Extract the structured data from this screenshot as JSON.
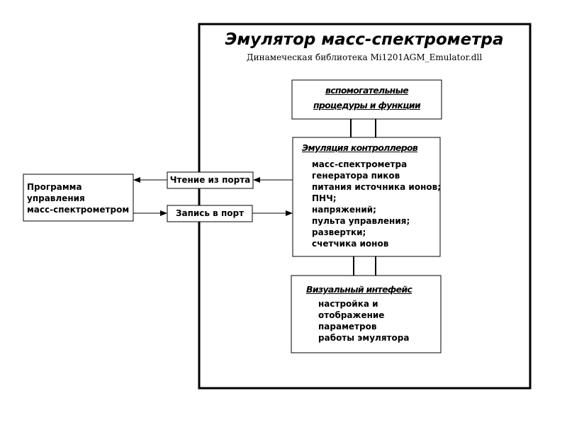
{
  "title": "Эмулятор масс-спектрометра",
  "subtitle": "Динамеческая библиотека Mi1201AGM_Emulator.dll",
  "helper_box": {
    "line1": "вспомогательные",
    "line2": "процедуры и функции"
  },
  "emulation_box": {
    "heading": "Эмуляция контроллеров",
    "items": [
      "масс-спектрометра",
      "генератора пиков",
      "питания источника ионов;",
      "ПНЧ;",
      "напряжений;",
      "пульта управления;",
      "развертки;",
      "счетчика ионов"
    ]
  },
  "visual_box": {
    "heading": "Визуальный интефейс",
    "items": [
      "настройка и",
      "отображение",
      "параметров",
      "работы эмулятора"
    ]
  },
  "program_box": {
    "lines": [
      "Программа",
      "управления",
      "масс-спектрометром"
    ]
  },
  "ports": {
    "read_label": "Чтение из порта",
    "write_label": "Запись в порт"
  },
  "colors": {
    "line": "#000000",
    "background": "#ffffff"
  }
}
